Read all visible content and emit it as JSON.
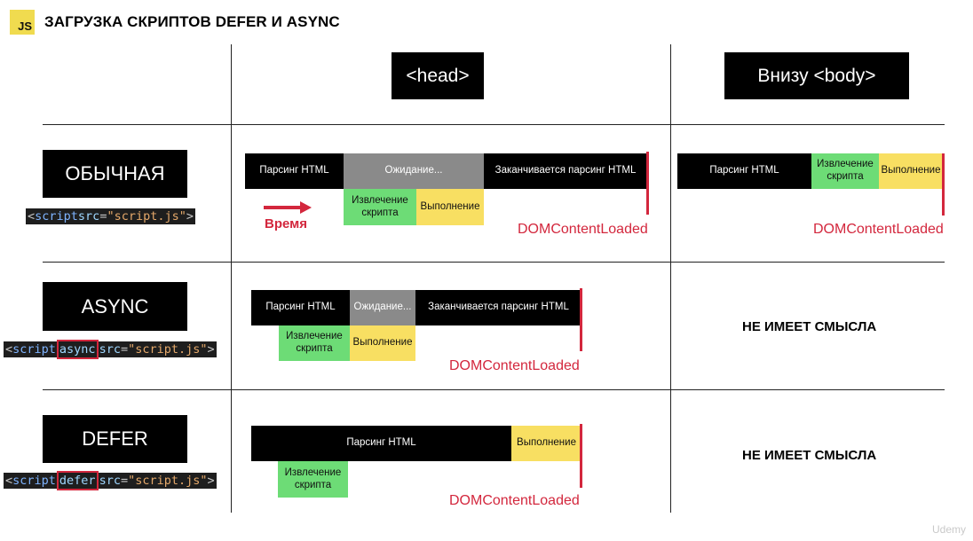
{
  "header": {
    "logo": "JS",
    "title": "ЗАГРУЗКА СКРИПТОВ DEFER И ASYNC"
  },
  "columns": {
    "head": "<head>",
    "body_end": "Внизу <body>"
  },
  "rows": {
    "regular": {
      "label": "ОБЫЧНАЯ"
    },
    "async": {
      "label": "ASYNC"
    },
    "defer": {
      "label": "DEFER"
    }
  },
  "code": {
    "lt": "<",
    "tag": "script",
    "src_attr": "src",
    "eq": "=",
    "value": "\"script.js\"",
    "gt": ">",
    "async": "async",
    "defer": "defer"
  },
  "segments": {
    "parsing": "Парсинг HTML",
    "waiting": "Ожидание...",
    "finishing": "Заканчивается парсинг HTML",
    "fetch": "Извлечение скрипта",
    "execute": "Выполнение"
  },
  "time_label": "Время",
  "dom_content_loaded": "DOMContentLoaded",
  "no_sense": "НЕ ИМЕЕТ СМЫСЛА",
  "watermark": "Udemy",
  "colors": {
    "parsing": "#000000",
    "waiting": "#8a8a8a",
    "fetch": "#6ddc76",
    "execute": "#f8df62",
    "dom_content_loaded": "#d3273d"
  }
}
